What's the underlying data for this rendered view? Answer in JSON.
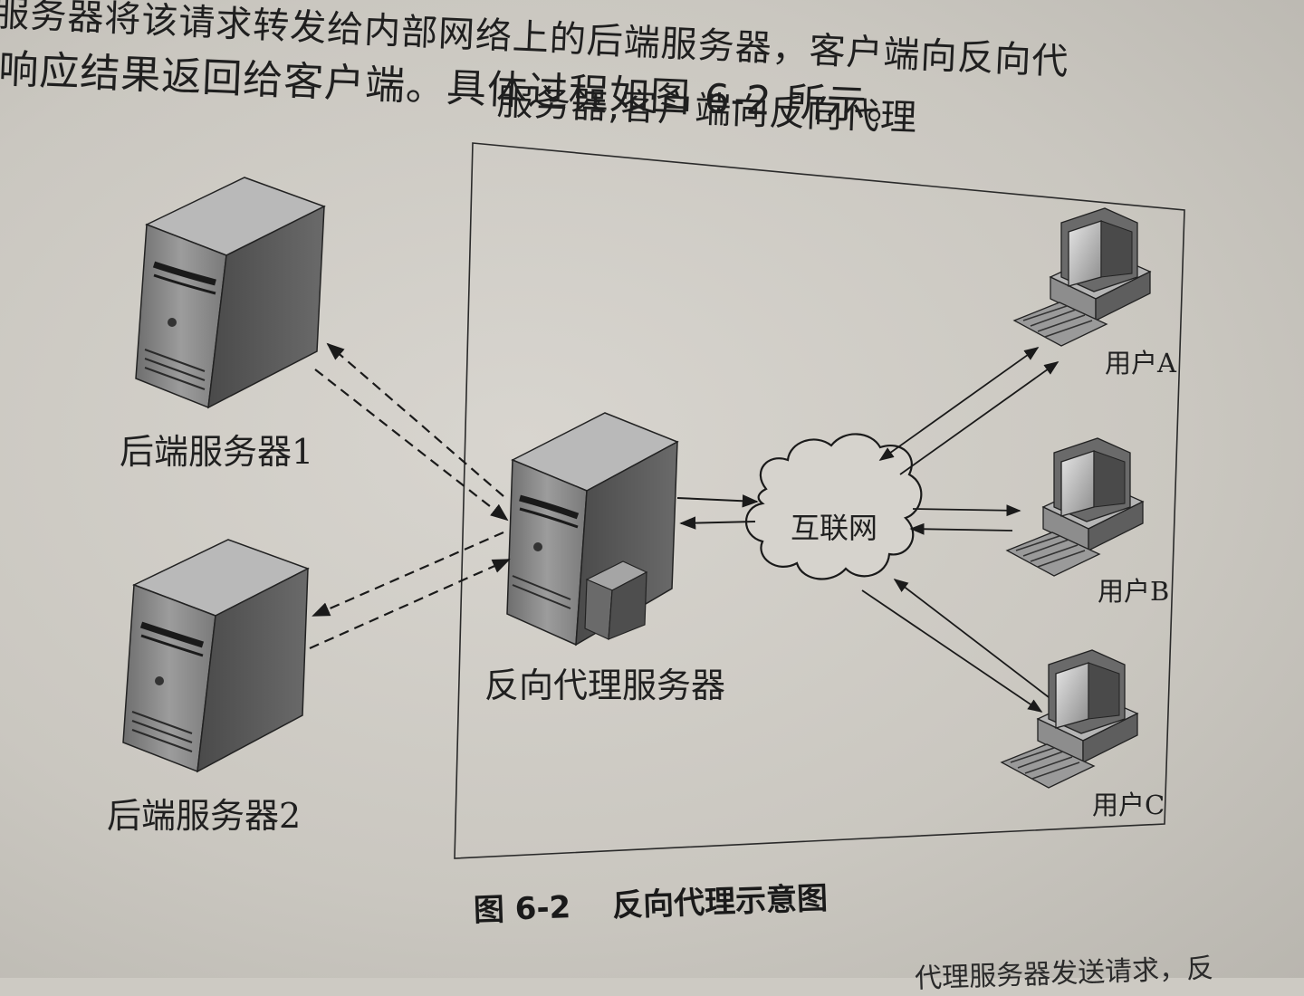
{
  "text": {
    "line1": "服务器将该请求转发给内部网络上的后端服务器，客户端向反向代",
    "line2": "响应结果返回给客户端。具体过程如图 6-2 所示。",
    "line3_fragment": "服务器,客户端向反向代理",
    "bottom_fragment": "代理服务器发送请求，反"
  },
  "diagram": {
    "backend1_label": "后端服务器1",
    "backend2_label": "后端服务器2",
    "proxy_label": "反向代理服务器",
    "internet_label": "互联网",
    "userA_label": "用户A",
    "userB_label": "用户B",
    "userC_label": "用户C",
    "caption_number": "图 6-2",
    "caption_title": "反向代理示意图"
  },
  "colors": {
    "paper": "#cdcac3",
    "server_front": "#8a8a8a",
    "server_side": "#5a5a5a",
    "server_top": "#b5b5b5",
    "line": "#1a1a1a"
  }
}
